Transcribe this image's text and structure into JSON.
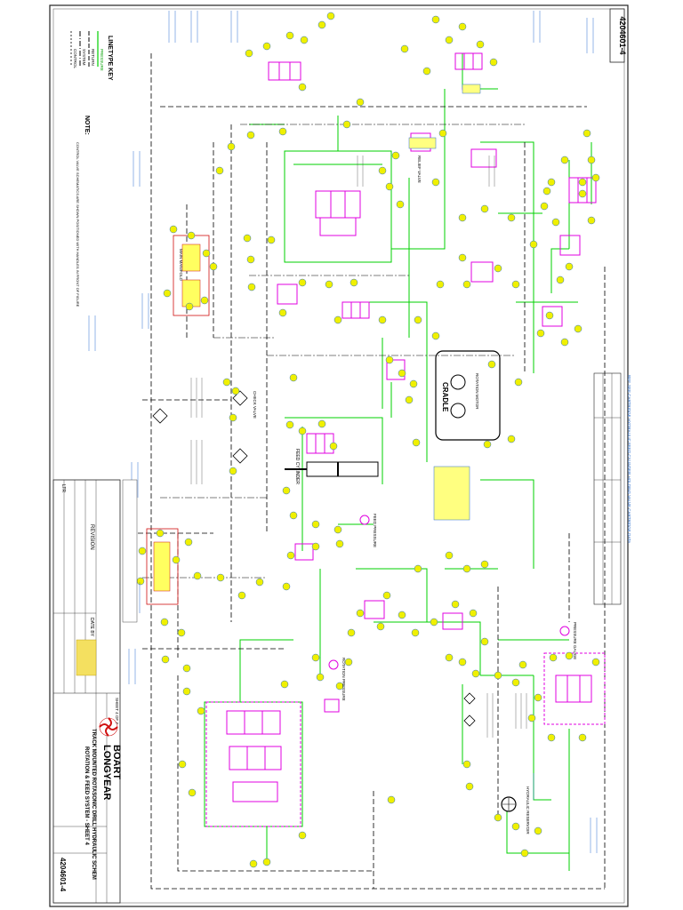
{
  "drawing_number": "4204601-4",
  "title_block": {
    "company_line1": "BOART",
    "company_line2": "LONGYEAR",
    "title_line1": "TRACK MOUNTED ROTASONIC DRILL HYDRAULIC SCHEM",
    "title_line2": "ROTATION & FEED SYSTEM - SHEET 4",
    "sheet": "SHEET 4 OF 7",
    "revision_label": "REVISION",
    "date_by_label": "DATE BY",
    "ltr_label": "LTR"
  },
  "linetype_key": {
    "title": "LINETYPE KEY",
    "items": [
      "PRESSURE",
      "RETURN",
      "SYSTEM",
      "CONTROL"
    ]
  },
  "note": {
    "title": "NOTE:",
    "text": "CONTROL VALVE SCHEMATICS ARE SHOWN POSITIONED WITH HANDLES IN FRONT OF FIGURE"
  },
  "labels": {
    "cradle": "CRADLE",
    "feed_cylinder": "FEED CYLINDER",
    "rotation_motor": "ROTATION MOTOR",
    "hydraulic_reservoir": "HYDRAULIC RESERVOIR",
    "main_manifold": "MAIN MANIFOLD",
    "relief_valve": "RELIEF VALVE",
    "check_valve": "CHECK VALVE",
    "gauge": "PRESSURE GAUGE",
    "feed_pressure": "FEED PRESSURE",
    "rotation_pressure": "ROTATION PRESSURE"
  },
  "legend_title": "REF. SEE CARTRIDGE HYDRAULIC FEED CYLINDER HOLDING VALVE CARTRIDGE DATA",
  "colors": {
    "pressure": "#00d000",
    "return": "#000000",
    "valve": "#e000e0",
    "callout": "#f0f000",
    "callout_stroke": "#2a6fd0",
    "titleblock": "#2a6fd0",
    "logo": "#d01010"
  }
}
